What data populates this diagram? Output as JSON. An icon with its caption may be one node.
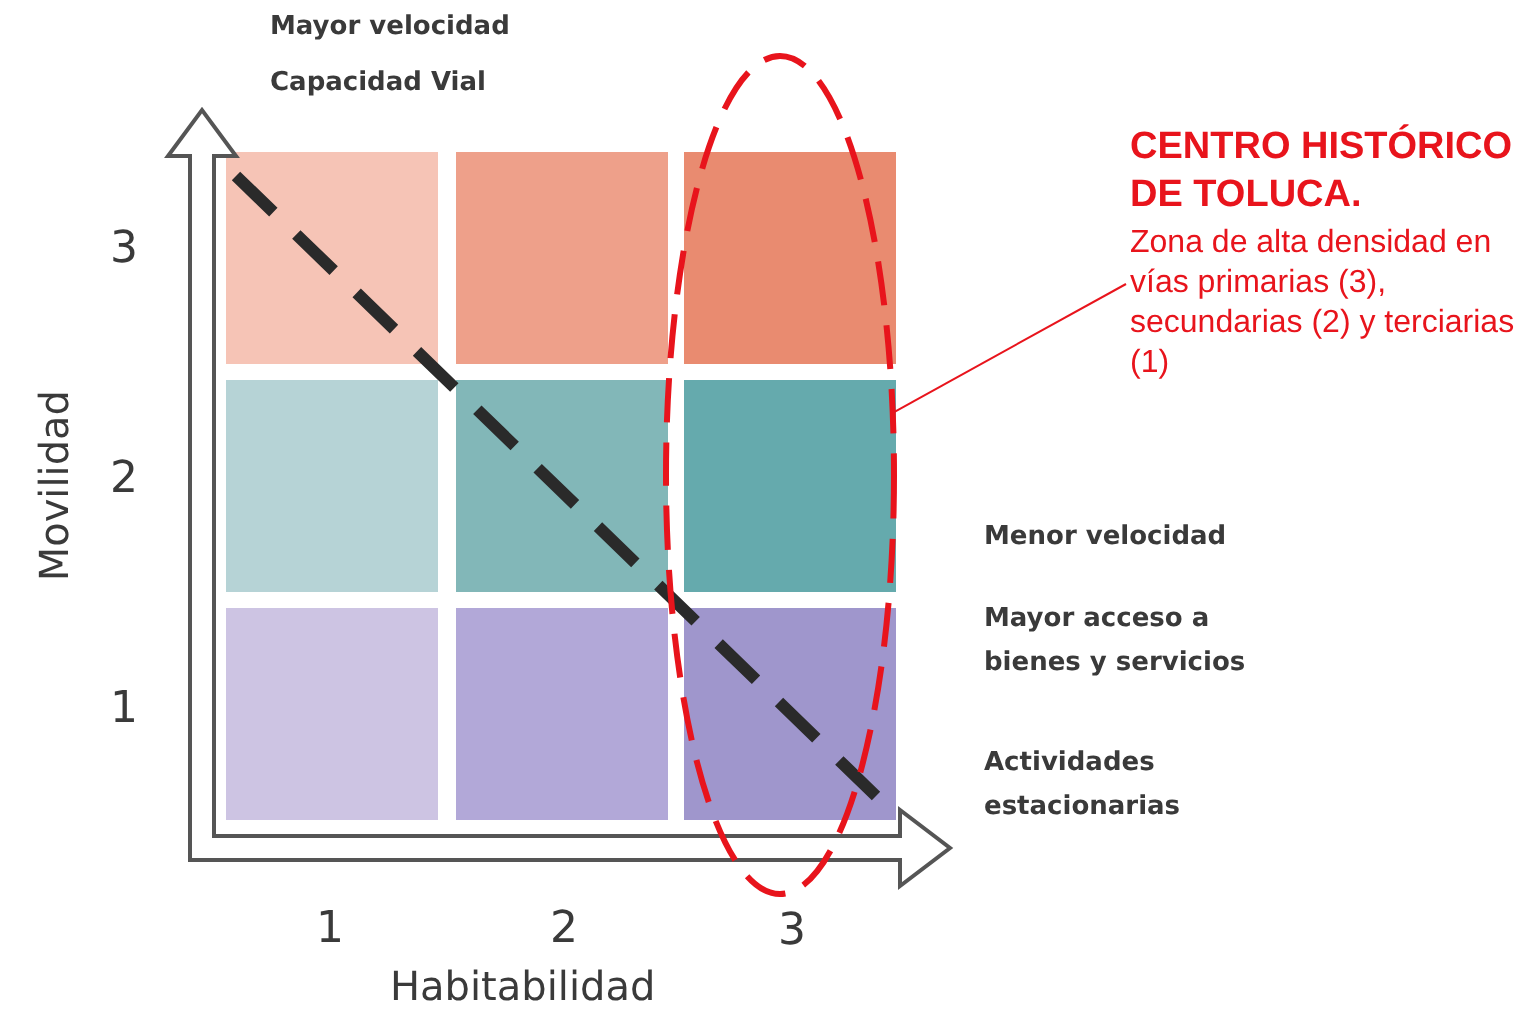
{
  "diagram": {
    "nodes": [
      {
        "text": [
          "CENTRO HISTÓRICO DE TOLUCA.",
          "Zona de alta densidad en vías primarias (3), secundarias (2) y terciarias (1)"
        ]
      },
      {
        "text": [],
        "shape": "ellipse"
      }
    ],
    "edges": [
      {
        "from": 0,
        "to": 1,
        "arrow": "none"
      }
    ],
    "labels": [
      "Mayor velocidad",
      "Capacidad Vial",
      "3",
      "2",
      "1",
      "Movilidad",
      "Menor velocidad",
      "Mayor acceso a bienes y servicios",
      "Actividades estacionarias",
      "1",
      "2",
      "3",
      "Habitabilidad"
    ]
  }
}
